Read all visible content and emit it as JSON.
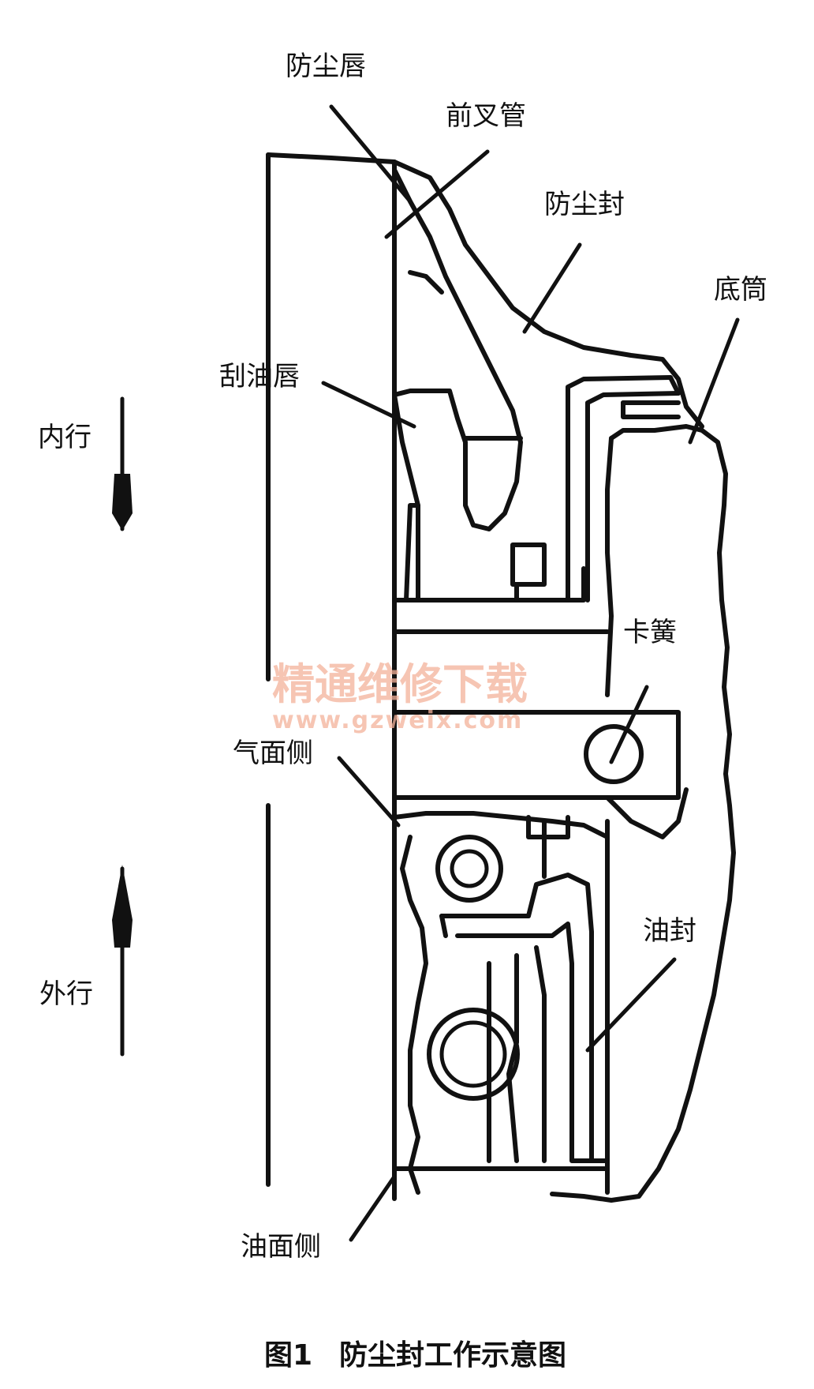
{
  "labels": {
    "dust_lip": "防尘唇",
    "fork_tube": "前叉管",
    "dust_seal": "防尘封",
    "bottom_tube": "底筒",
    "oil_scraper_lip": "刮油唇",
    "inner_stroke": "内行",
    "circlip": "卡簧",
    "air_side": "气面侧",
    "outer_stroke": "外行",
    "oil_seal": "油封",
    "oil_side": "油面侧"
  },
  "watermark": {
    "line1": "精通维修下载",
    "line2": "www.gzweix.com"
  },
  "caption": {
    "fig_no": "图1",
    "title": "防尘封工作示意图"
  },
  "colors": {
    "ink": "#111111",
    "watermark": "#f4b29a"
  }
}
